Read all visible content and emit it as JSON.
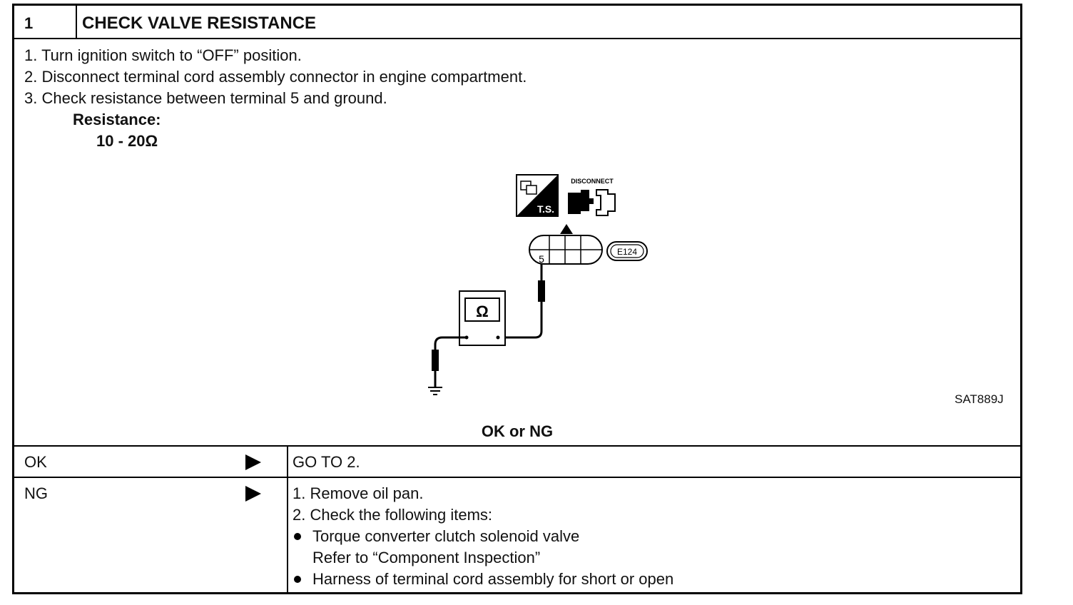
{
  "header": {
    "step_number": "1",
    "title": "CHECK VALVE RESISTANCE"
  },
  "procedure": {
    "steps": [
      "1.  Turn ignition switch to “OFF” position.",
      "2.  Disconnect terminal cord assembly connector in engine compartment.",
      "3.  Check resistance between terminal 5 and ground."
    ],
    "spec_label": "Resistance:",
    "spec_value": "10 - 20Ω"
  },
  "diagram": {
    "ts_label": "T.S.",
    "disconnect_label": "DISCONNECT",
    "terminal_number": "5",
    "connector_id": "E124",
    "meter_symbol": "Ω",
    "figure_code": "SAT889J"
  },
  "question": "OK or NG",
  "results": {
    "ok": {
      "label": "OK",
      "action": "GO TO 2."
    },
    "ng": {
      "label": "NG",
      "lines": [
        "1.  Remove oil pan.",
        "2.  Check the following items:"
      ],
      "bullet_1": "Torque converter clutch solenoid valve",
      "bullet_1_sub": "Refer to “Component Inspection”",
      "bullet_2": "Harness of terminal cord assembly for short or open"
    }
  }
}
